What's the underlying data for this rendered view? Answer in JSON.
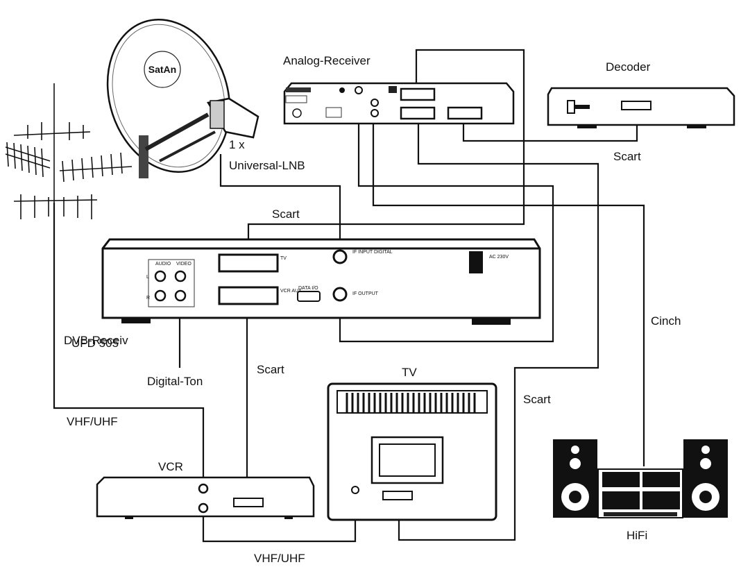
{
  "labels": {
    "analog_receiver": "Analog-Receiver",
    "decoder": "Decoder",
    "lnb_line1": "1 x",
    "lnb_line2": "Universal-LNB",
    "dvb_receiver": "DVB-Receiv",
    "ufd": "UFD 505",
    "digital_ton": "Digital-Ton",
    "tv": "TV",
    "vcr": "VCR",
    "hifi": "HiFi",
    "vhf_uhf_top": "VHF/UHF",
    "vhf_uhf_bottom": "VHF/UHF",
    "cinch": "Cinch",
    "scart_decoder": "Scart",
    "scart_top": "Scart",
    "scart_vcr": "Scart",
    "scart_tv": "Scart"
  },
  "dish": {
    "brand": "SatAn"
  },
  "dvb_panel": {
    "audio": "AUDIO",
    "video": "VIDEO",
    "tv": "TV",
    "vcr_aux": "VCR AUX",
    "data_io": "DATA I/O",
    "if_input": "IF INPUT DIGITAL",
    "if_output": "IF OUTPUT",
    "ac": "AC 230V",
    "l": "L",
    "r": "R"
  },
  "colors": {
    "line": "#111111",
    "device": "#1a1a1a",
    "background": "#ffffff"
  }
}
